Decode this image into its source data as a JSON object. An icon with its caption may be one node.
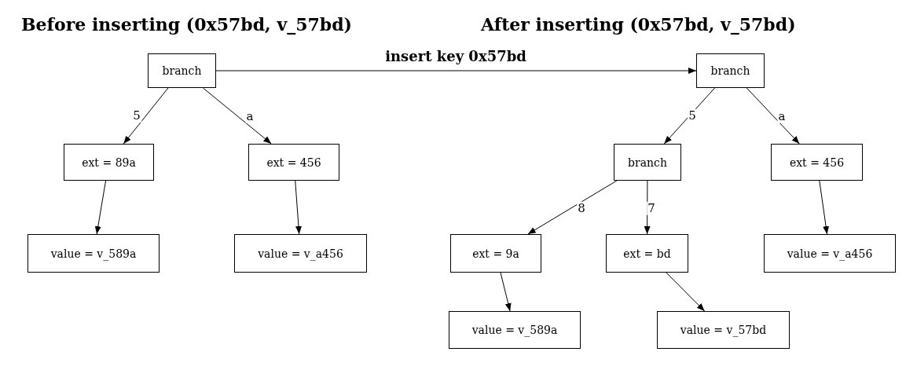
{
  "diagram": {
    "nodes": [
      {
        "text": [
          "branch"
        ]
      },
      {
        "text": [
          "ext = 89a"
        ]
      },
      {
        "text": [
          "ext = 456"
        ]
      },
      {
        "text": [
          "value = v_589a"
        ]
      },
      {
        "text": [
          "value = v_a456"
        ]
      },
      {
        "text": [
          "branch"
        ]
      },
      {
        "text": [
          "branch"
        ]
      },
      {
        "text": [
          "ext = 456"
        ]
      },
      {
        "text": [
          "ext = 9a"
        ]
      },
      {
        "text": [
          "ext = bd"
        ]
      },
      {
        "text": [
          "value = v_589a"
        ]
      },
      {
        "text": [
          "value = v_57bd"
        ]
      },
      {
        "text": [
          "value = v_a456"
        ]
      }
    ],
    "edges": [
      {
        "from": 0,
        "to": 1,
        "arrow": "to",
        "label": "5"
      },
      {
        "from": 0,
        "to": 2,
        "arrow": "to",
        "label": "a"
      },
      {
        "from": 1,
        "to": 3,
        "arrow": "to"
      },
      {
        "from": 2,
        "to": 4,
        "arrow": "to"
      },
      {
        "from": 0,
        "to": 5,
        "arrow": "to",
        "label": "insert key 0x57bd"
      },
      {
        "from": 5,
        "to": 6,
        "arrow": "to",
        "label": "5"
      },
      {
        "from": 5,
        "to": 7,
        "arrow": "to",
        "label": "a"
      },
      {
        "from": 6,
        "to": 8,
        "arrow": "to",
        "label": "8"
      },
      {
        "from": 6,
        "to": 9,
        "arrow": "to",
        "label": "7"
      },
      {
        "from": 8,
        "to": 10,
        "arrow": "to"
      },
      {
        "from": 9,
        "to": 11,
        "arrow": "to"
      },
      {
        "from": 7,
        "to": 12,
        "arrow": "to"
      }
    ],
    "labels": [
      "Before inserting (0x57bd, v_57bd)",
      "After inserting (0x57bd, v_57bd)"
    ]
  }
}
